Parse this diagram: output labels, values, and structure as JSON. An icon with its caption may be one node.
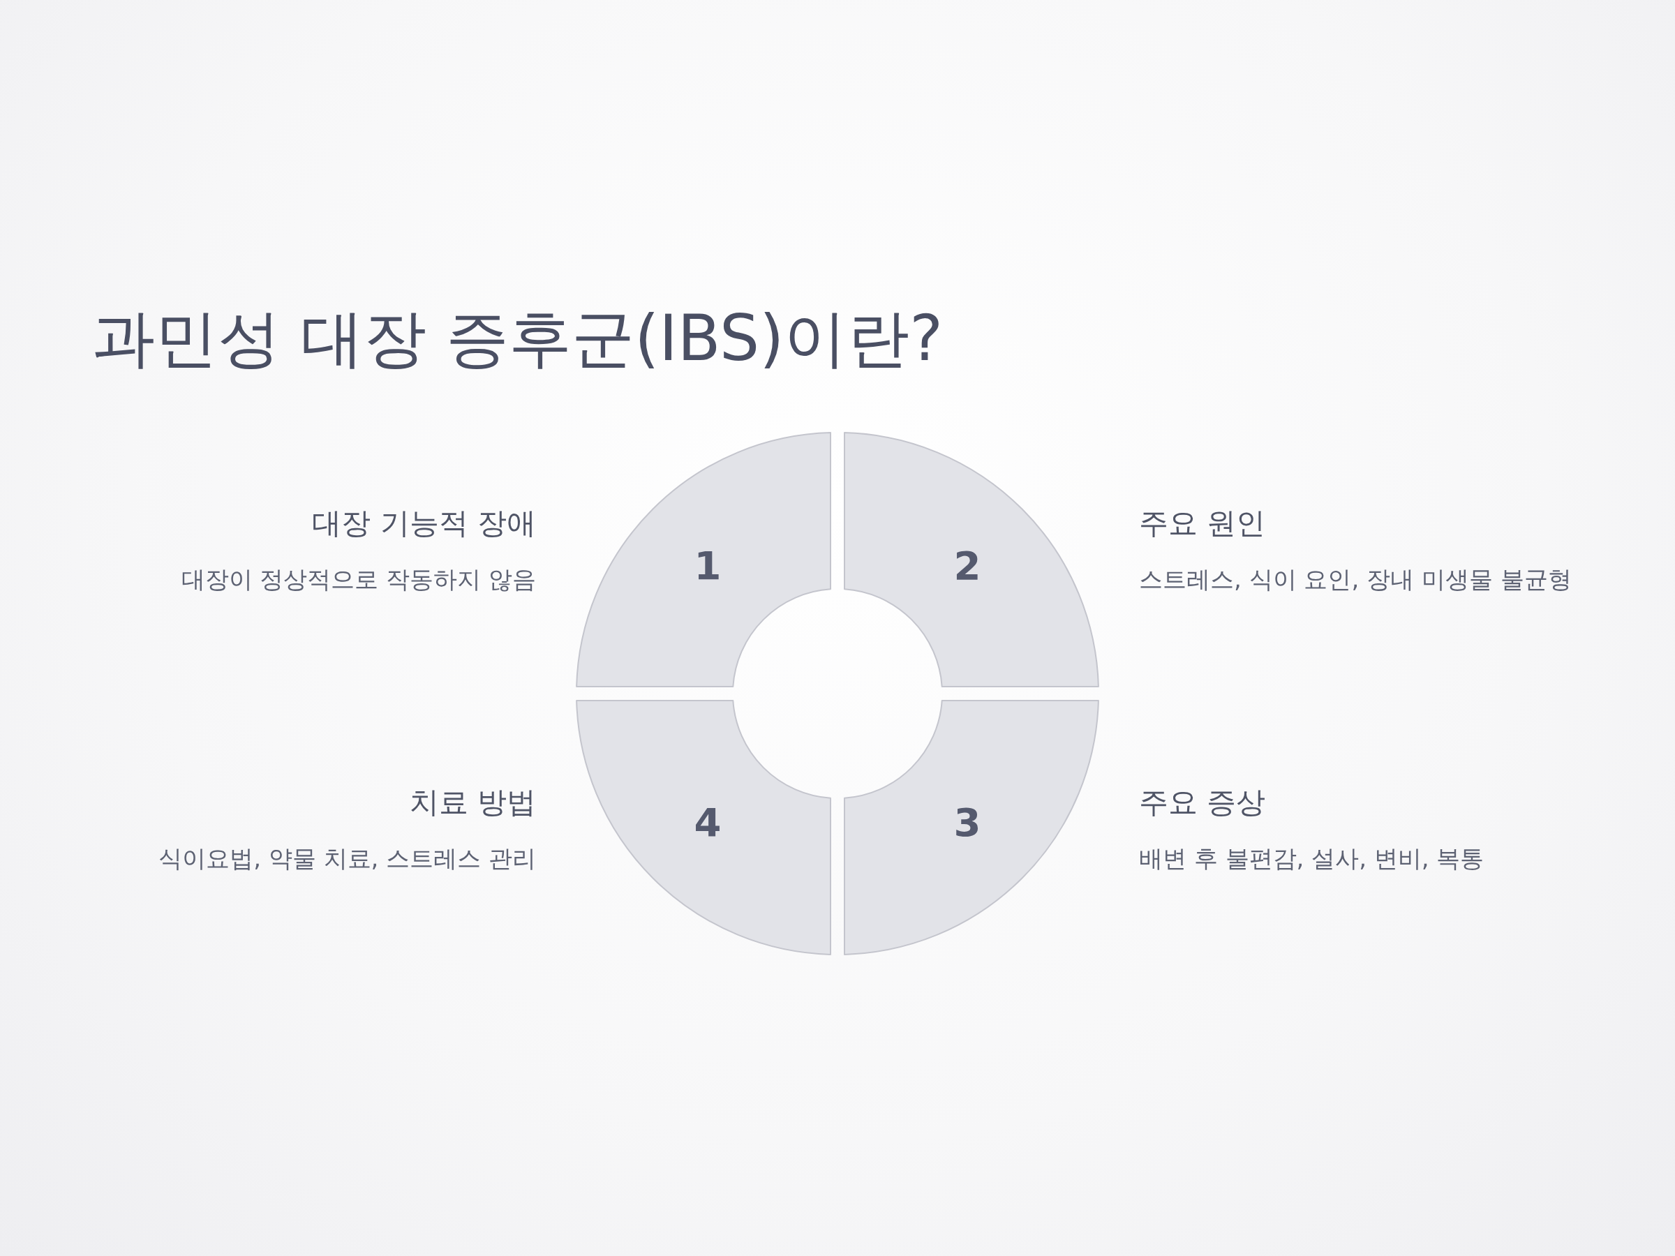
{
  "diagram": {
    "title": "과민성 대장 증후군(IBS)이란?",
    "nodes": [
      {
        "text": [
          "1"
        ],
        "beside": [
          "대장 기능적 장애",
          "대장이 정상적으로 작동하지 않음"
        ]
      },
      {
        "text": [
          "2"
        ],
        "beside": [
          "주요 원인",
          "스트레스, 식이 요인, 장내 미생물 불균형"
        ]
      },
      {
        "text": [
          "3"
        ],
        "beside": [
          "주요 증상",
          "배변 후 불편감, 설사, 변비, 복통"
        ]
      },
      {
        "text": [
          "4"
        ],
        "beside": [
          "치료 방법",
          "식이요법, 약물 치료, 스트레스 관리"
        ]
      }
    ],
    "edges": []
  }
}
